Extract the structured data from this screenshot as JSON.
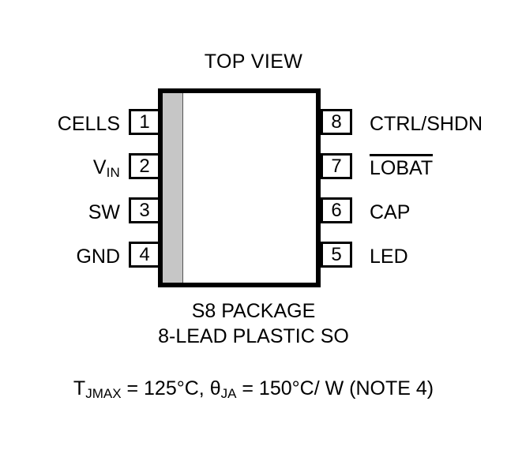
{
  "diagram": {
    "title": "TOP VIEW",
    "package_caption_line1": "S8 PACKAGE",
    "package_caption_line2": "8-LEAD PLASTIC SO",
    "colors": {
      "outline": "#000000",
      "pin1_stripe": "#c6c6c6",
      "background": "#ffffff"
    }
  },
  "pins": {
    "left": [
      {
        "number": "1",
        "label": "CELLS",
        "overline": false
      },
      {
        "number": "2",
        "label": "V",
        "sub": "IN",
        "overline": false
      },
      {
        "number": "3",
        "label": "SW",
        "overline": false
      },
      {
        "number": "4",
        "label": "GND",
        "overline": false
      }
    ],
    "right": [
      {
        "number": "8",
        "label": "CTRL/SHDN",
        "overline": false
      },
      {
        "number": "7",
        "label": "LOBAT",
        "overline": true
      },
      {
        "number": "6",
        "label": "CAP",
        "overline": false
      },
      {
        "number": "5",
        "label": "LED",
        "overline": false
      }
    ]
  },
  "thermal": {
    "tj_symbol": "T",
    "tj_sub": "JMAX",
    "tj_eq": " = 125°C, ",
    "theta_symbol": "θ",
    "theta_sub": "JA",
    "theta_eq": " = 150°C/ W (NOTE 4)",
    "full_text": "TJMAX = 125°C, θJA = 150°C/ W (NOTE 4)"
  }
}
